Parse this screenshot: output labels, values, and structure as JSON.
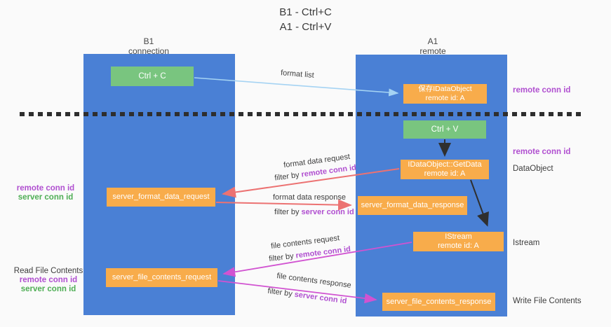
{
  "title": {
    "line1": "B1 - Ctrl+C",
    "line2": "A1 - Ctrl+V"
  },
  "lanes": {
    "left": {
      "name": "B1",
      "subtitle": "connection"
    },
    "right": {
      "name": "A1",
      "subtitle": "remote"
    }
  },
  "nodes": {
    "ctrl_c": {
      "label": "Ctrl + C"
    },
    "save_dataobject": {
      "line1": "保存IDataObject",
      "line2": "remote id: A"
    },
    "ctrl_v": {
      "label": "Ctrl + V"
    },
    "getdata": {
      "line1": "IDataObject::GetData",
      "line2": "remote id: A"
    },
    "format_request": {
      "label": "server_format_data_request"
    },
    "format_response": {
      "label": "server_format_data_response"
    },
    "istream": {
      "line1": "IStream",
      "line2": "remote id: A"
    },
    "file_request": {
      "label": "server_file_contents_request"
    },
    "file_response": {
      "label": "server_file_contents_response"
    }
  },
  "flow_labels": {
    "format_list": "format list",
    "format_data_request": "format data request",
    "format_data_response": "format data response",
    "file_contents_request": "file contents request",
    "file_contents_response": "file contents response",
    "filter_by": "filter by ",
    "remote_conn_id": "remote conn id",
    "server_conn_id": "server conn id"
  },
  "side_labels": {
    "remote_conn_id": "remote conn id",
    "server_conn_id": "server conn id",
    "dataobject": "DataObject",
    "istream": "Istream",
    "read_file_contents": "Read File Contents",
    "write_file_contents": "Write File Contents"
  },
  "colors": {
    "lane_blue": "#4a80d5",
    "action_green": "#79c57f",
    "message_orange": "#f8ac4b",
    "purple": "#b04fd0",
    "green_label": "#4fae55",
    "red_arrow": "#ec7272",
    "magenta_arrow": "#d153d1",
    "blue_arrow": "#a5d3f3",
    "ink": "#3a3a3a",
    "dash": "#2e2e2e"
  }
}
